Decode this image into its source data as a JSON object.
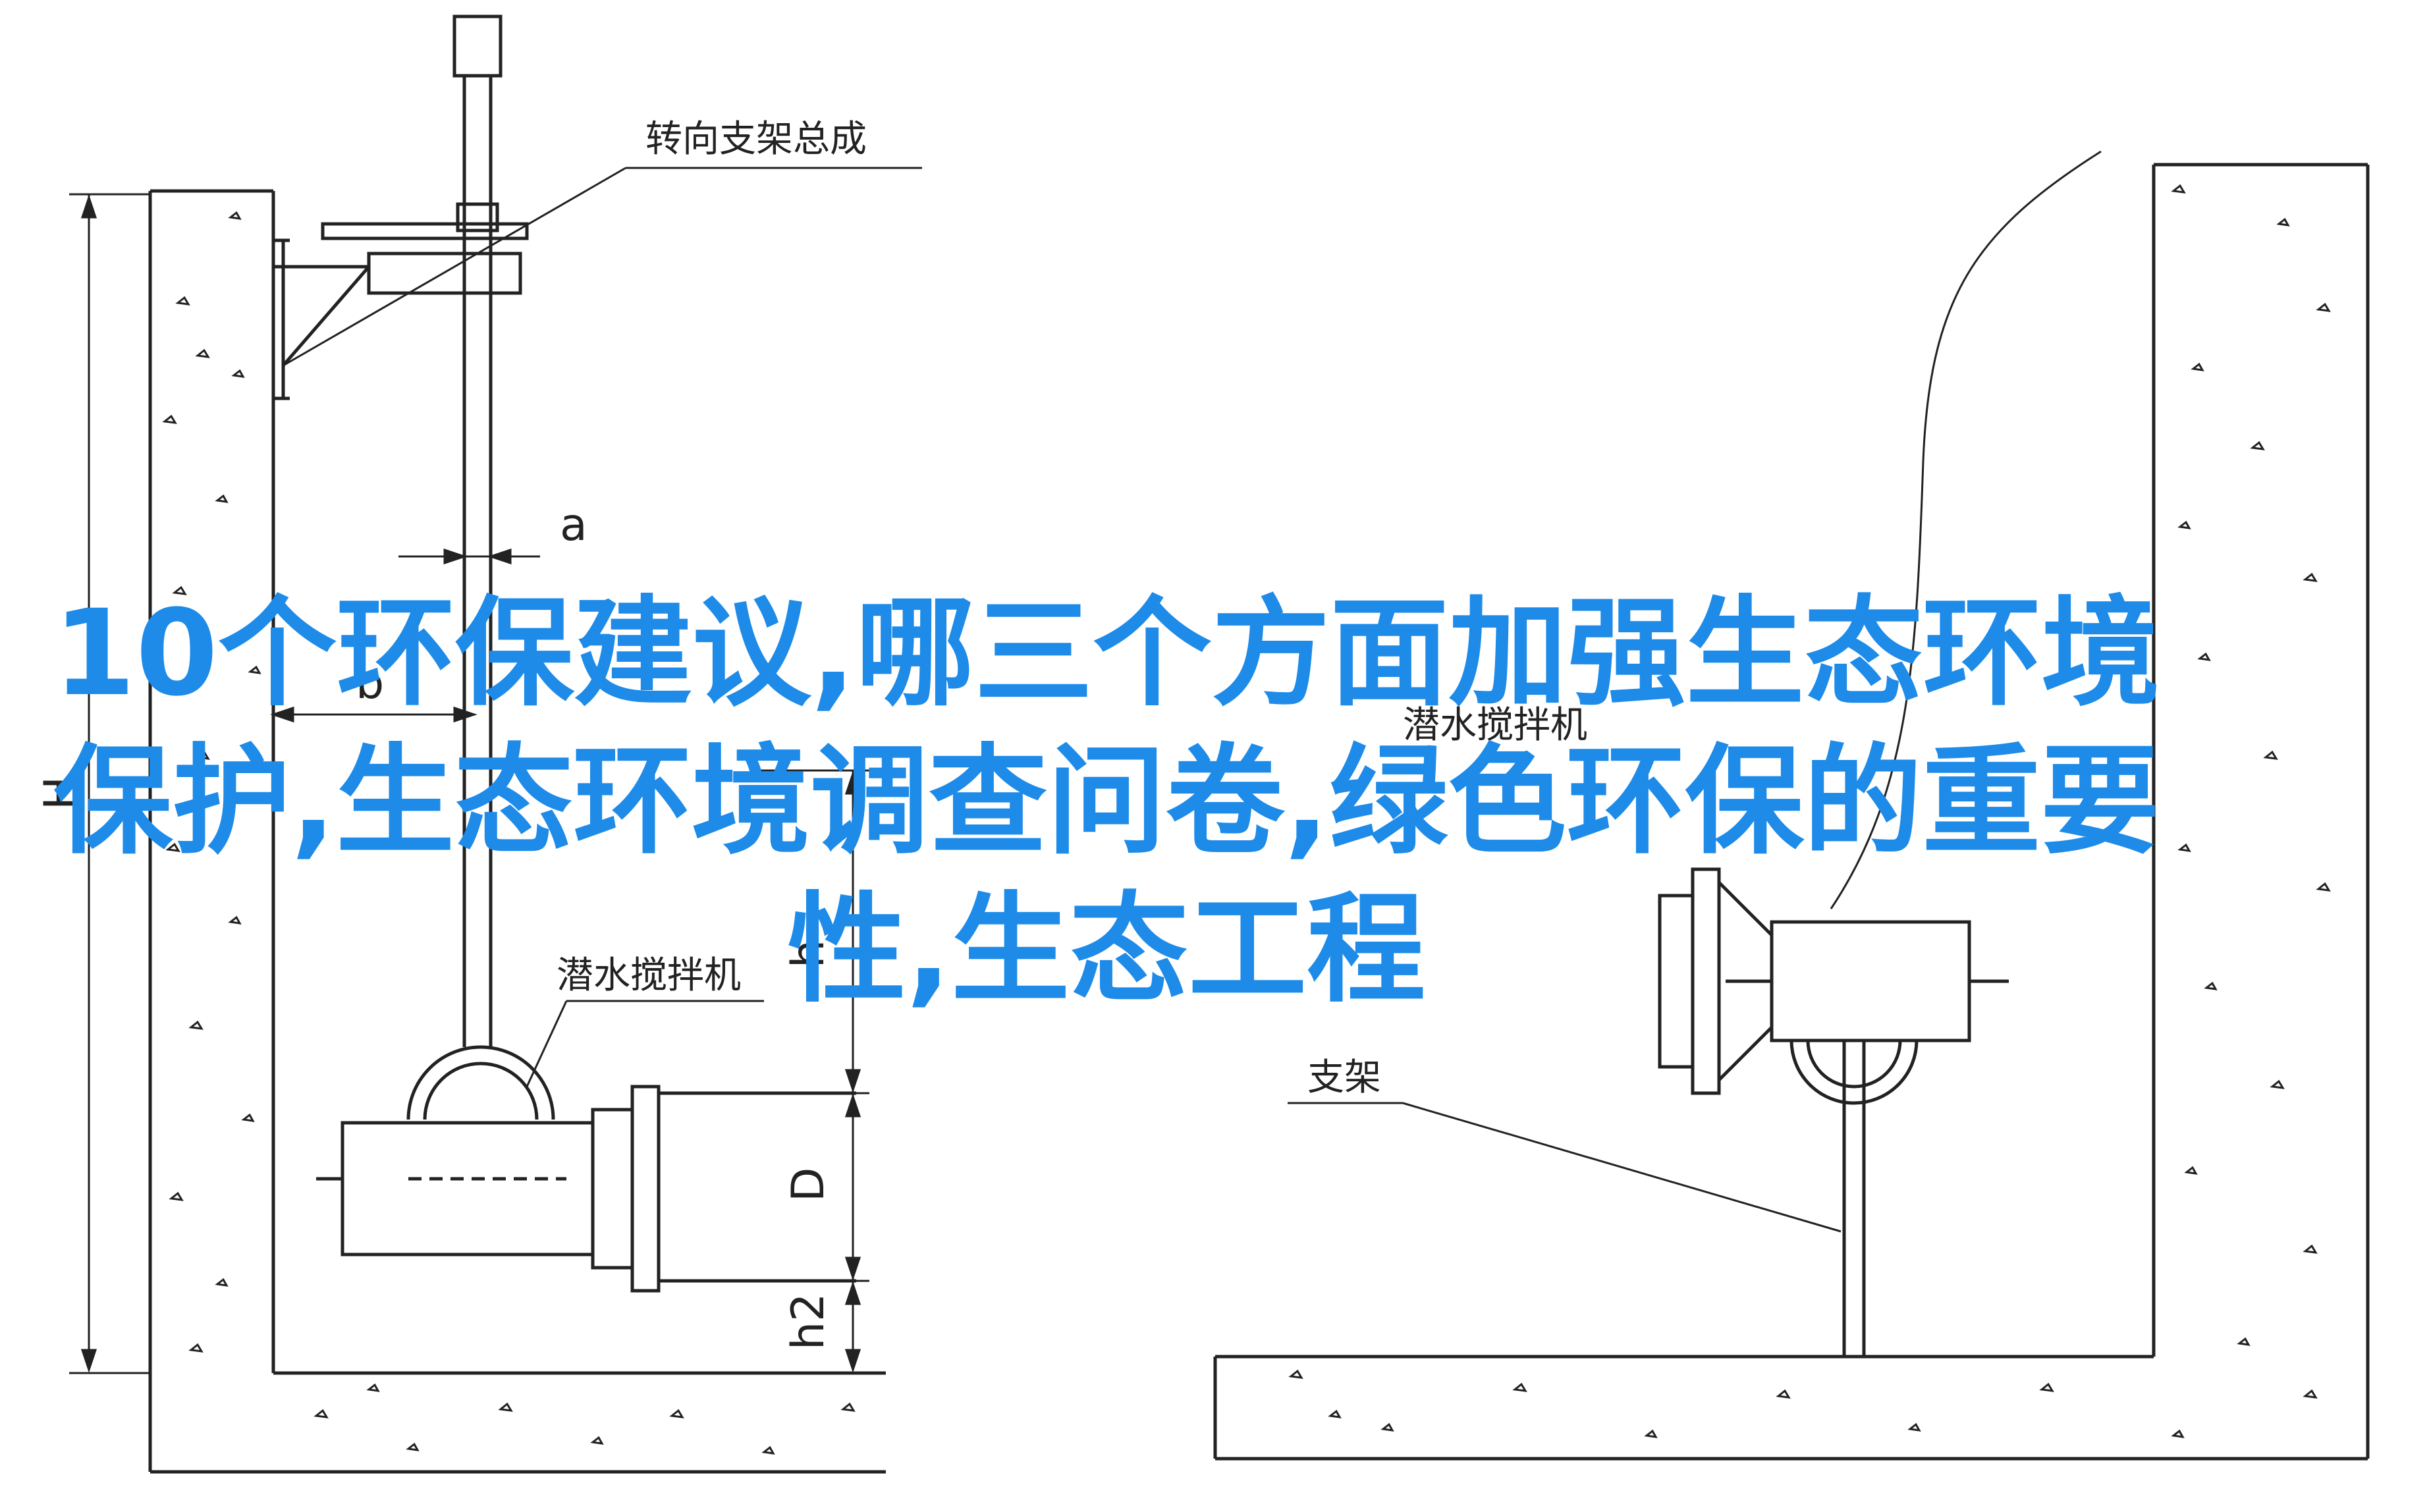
{
  "headline": "10个环保建议,哪三个方面加强生态环境保护,生态环境调查问卷,绿色环保的重要性,生态工程",
  "labels": {
    "steering_bracket": "转向支架总成",
    "a": "a",
    "b": "b",
    "mixer": "潜水搅拌机",
    "h": "h",
    "D": "D",
    "h2": "h2",
    "H": "H",
    "mixer_right": "潜水搅拌机",
    "support": "支架"
  },
  "colors": {
    "headline": "#1e8be8",
    "line": "#222222"
  }
}
